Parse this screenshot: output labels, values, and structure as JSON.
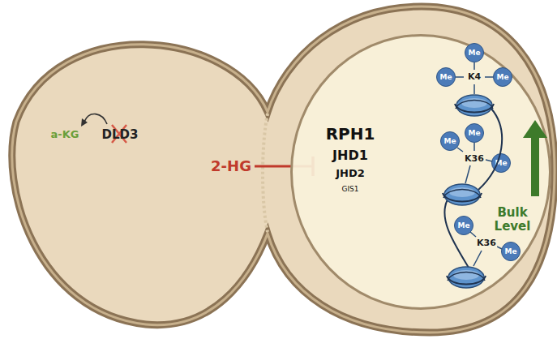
{
  "diagram": {
    "nodes": [
      {
        "text": [
          "RPH1",
          "JHD1",
          "JHD2",
          "GIS1"
        ]
      },
      {
        "text": [
          "Me"
        ],
        "in": 0
      },
      {
        "text": [
          "Me"
        ],
        "in": 0
      },
      {
        "text": [
          "Me"
        ],
        "in": 0
      },
      {
        "text": [
          "Me"
        ],
        "in": 0
      },
      {
        "text": [
          "Me"
        ],
        "in": 0
      },
      {
        "text": [
          "Me"
        ],
        "in": 0
      },
      {
        "text": [
          "Me"
        ],
        "in": 0
      },
      {
        "text": [
          "Me"
        ],
        "in": 0
      }
    ],
    "labels": [
      "a-KG",
      "DLD3",
      "2-HG",
      "K4",
      "K36",
      "K36",
      "Bulk Level"
    ]
  }
}
